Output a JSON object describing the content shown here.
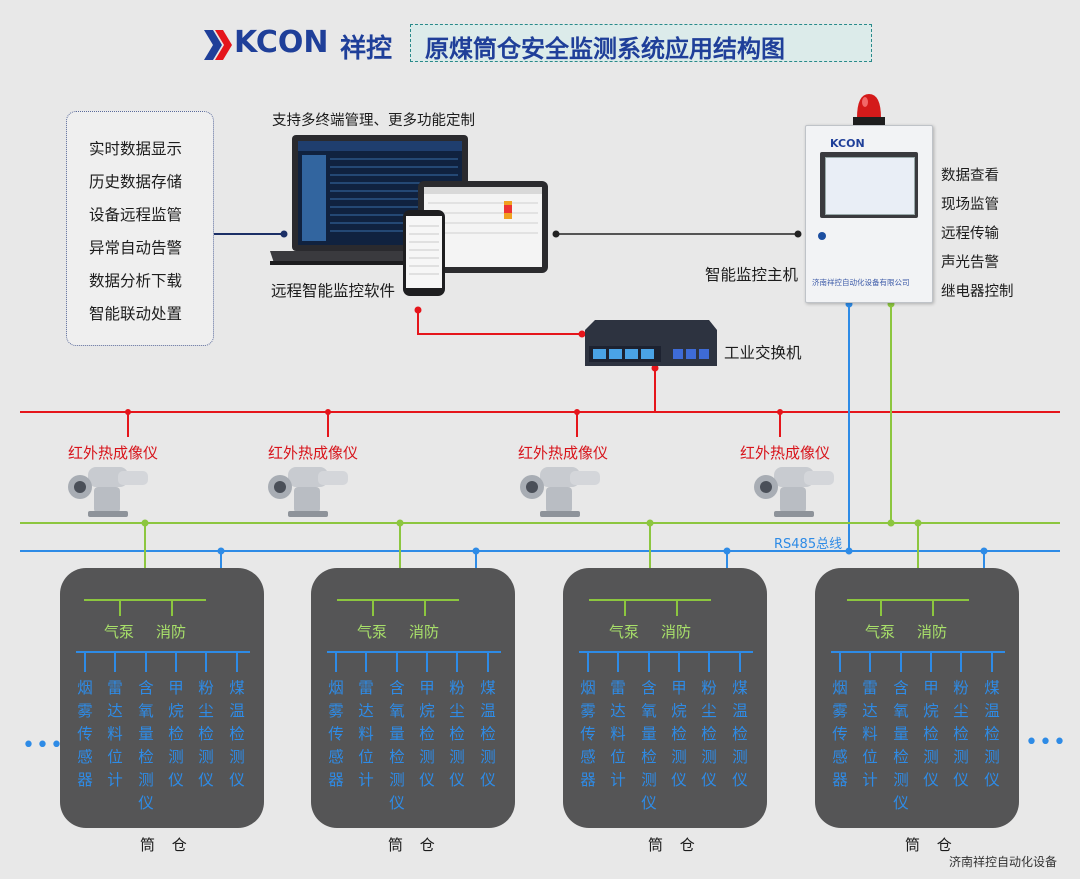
{
  "header": {
    "logo_text": "KCON",
    "brand_cn": "祥控",
    "title": "原煤筒仓安全监测系统应用结构图"
  },
  "features": [
    "实时数据显示",
    "历史数据存储",
    "设备远程监管",
    "异常自动告警",
    "数据分析下载",
    "智能联动处置"
  ],
  "software": {
    "top_label": "支持多终端管理、更多功能定制",
    "bottom_label": "远程智能监控软件"
  },
  "host": {
    "label": "智能监控主机",
    "panel_brand": "KCON",
    "panel_company": "济南祥控自动化设备有限公司",
    "functions": [
      "数据查看",
      "现场监管",
      "远程传输",
      "声光告警",
      "继电器控制"
    ]
  },
  "switch": {
    "label": "工业交换机"
  },
  "thermal_cameras": [
    "红外热成像仪",
    "红外热成像仪",
    "红外热成像仪",
    "红外热成像仪"
  ],
  "bus": {
    "rs485_label": "RS485总线"
  },
  "silos": [
    {
      "label": "筒 仓",
      "green": [
        "气泵",
        "消防"
      ],
      "sensors": [
        "烟雾传感器",
        "雷达料位计",
        "含氧量检测仪",
        "甲烷检测仪",
        "粉尘检测仪",
        "煤温检测仪"
      ]
    },
    {
      "label": "筒 仓",
      "green": [
        "气泵",
        "消防"
      ],
      "sensors": [
        "烟雾传感器",
        "雷达料位计",
        "含氧量检测仪",
        "甲烷检测仪",
        "粉尘检测仪",
        "煤温检测仪"
      ]
    },
    {
      "label": "筒 仓",
      "green": [
        "气泵",
        "消防"
      ],
      "sensors": [
        "烟雾传感器",
        "雷达料位计",
        "含氧量检测仪",
        "甲烷检测仪",
        "粉尘检测仪",
        "煤温检测仪"
      ]
    },
    {
      "label": "筒 仓",
      "green": [
        "气泵",
        "消防"
      ],
      "sensors": [
        "烟雾传感器",
        "雷达料位计",
        "含氧量检测仪",
        "甲烷检测仪",
        "粉尘检测仪",
        "煤温检测仪"
      ]
    }
  ],
  "ellipsis": "•••",
  "footer": {
    "company": "济南祥控自动化设备"
  },
  "colors": {
    "red_line": "#e5151b",
    "green_line": "#8cc63f",
    "blue_line": "#2e8be6",
    "title_blue": "#1f3f99",
    "silo_bg": "#555556"
  }
}
